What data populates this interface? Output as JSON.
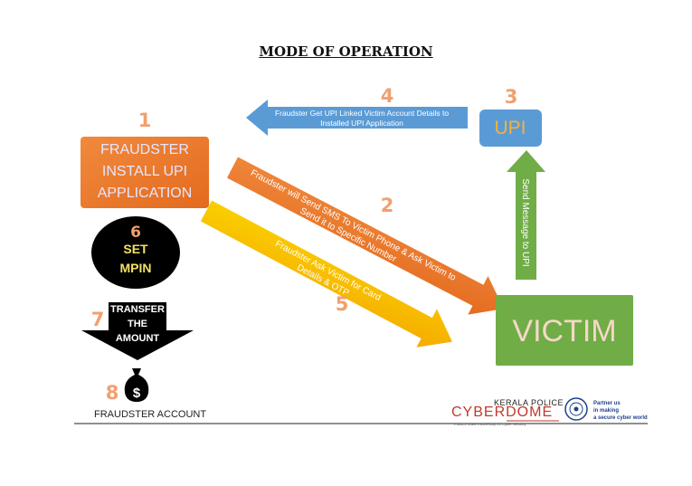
{
  "title": "MODE OF OPERATION",
  "nodes": {
    "fraudster": {
      "lines": [
        "FRAUDSTER",
        "INSTALL UPI",
        "APPLICATION"
      ],
      "color": "#ee7a35"
    },
    "upi": {
      "label": "UPI",
      "color": "#5b9bd5"
    },
    "victim": {
      "label": "VICTIM",
      "color": "#70ad47"
    },
    "mpin": {
      "step": "6",
      "lines": [
        "SET",
        "MPIN"
      ]
    },
    "transfer": {
      "lines": [
        "TRANSFER",
        "THE",
        "AMOUNT"
      ]
    },
    "fraudster_account": {
      "label": "FRAUDSTER ACCOUNT",
      "icon": "money-bag-icon",
      "symbol": "$"
    }
  },
  "steps": {
    "s1": "1",
    "s2": "2",
    "s3": "3",
    "s4": "4",
    "s5": "5",
    "s7": "7",
    "s8": "8"
  },
  "arrows": {
    "a2": {
      "line1": "Fraudster will Send SMS To Victim Phone & Ask Victim to",
      "line2": "Send it to Specific Number",
      "color": "#ee7a35"
    },
    "a4": {
      "line1": "Fraudster Get  UPI Linked Victim Account Details to",
      "line2": "Installed UPI Application",
      "color": "#5b9bd5"
    },
    "a3": {
      "label": "Send Message to UPI",
      "color": "#70ad47"
    },
    "a5": {
      "line1": "Fraudster Ask Victim for Card",
      "line2": "Details & OTP",
      "color": "#f7b500"
    }
  },
  "logo": {
    "kerala_police": "KERALA POLICE",
    "cyberdome": "CYBERDOME",
    "tagline": "Public-Private Partnership for Cyber Security",
    "partner": [
      "Partner us",
      "in making",
      "a secure cyber world"
    ]
  }
}
